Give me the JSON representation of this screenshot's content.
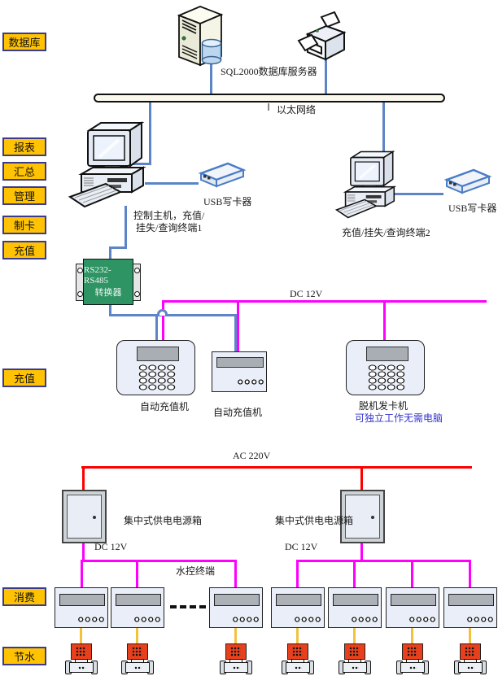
{
  "colors": {
    "ethernet_line": "#5c85c7",
    "dc12v_line": "#ff00ff",
    "ac220v_line": "#ff0000",
    "valve_line": "#f2c23e",
    "tag_fill": "#ffc303",
    "tag_border": "#3a3a8f",
    "converter_fill": "#2e9464",
    "note_text": "#3333cc"
  },
  "tags": {
    "database": "数据库",
    "reports": "报表",
    "summary": "汇总",
    "management": "管理",
    "card_making": "制卡",
    "recharge": "充值",
    "recharge_row": "充值",
    "consume": "消费",
    "water_saving": "节水"
  },
  "network": {
    "server_caption": "SQL2000数据库服务器",
    "ethernet_caption": "以太网络"
  },
  "hosts": {
    "left_caption_line1": "控制主机，充值/",
    "left_caption_line2": "挂失/查询终端1",
    "right_caption": "充值/挂失/查询终端2",
    "usb_writer_left": "USB写卡器",
    "usb_writer_right": "USB写卡器"
  },
  "converter": {
    "line1": "RS232-RS485",
    "line2": "转换器"
  },
  "power": {
    "dc12v_top": "DC 12V",
    "ac220v": "AC 220V",
    "dc12v_left": "DC 12V",
    "dc12v_right": "DC 12V",
    "psu_left": "集中式供电电源箱",
    "psu_right": "集中式供电电源箱"
  },
  "recharge_machines": {
    "machine1": "自动充值机",
    "machine2": "自动充值机",
    "machine3": "脱机发卡机",
    "machine3_note": "可独立工作无需电脑"
  },
  "water": {
    "terminal_caption": "水控终端"
  }
}
